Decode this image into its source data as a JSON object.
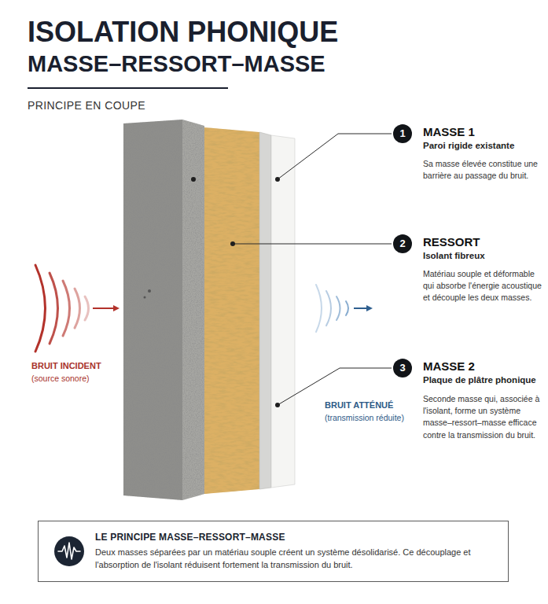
{
  "diagram": {
    "title": "ISOLATION PHONIQUE",
    "nodes": [
      {
        "text": [
          "LE PRINCIPE MASSE–RESSORT–MASSE",
          "Deux masses séparées par un matériau souple créent un système désolidarisé. Ce découplage et l'absorption de l'isolant réduisent fortement la transmission du bruit."
        ]
      }
    ],
    "labels": [
      "MASSE–RESSORT–MASSE",
      "PRINCIPE EN COUPE",
      "1",
      "MASSE 1",
      "Paroi rigide existante",
      "Sa masse élevée constitue une barrière au passage du bruit.",
      "2",
      "RESSORT",
      "Isolant fibreux",
      "Matériau souple et déformable qui absorbe l'énergie acoustique et découple les deux masses.",
      "3",
      "MASSE 2",
      "Plaque de plâtre phonique",
      "Seconde masse qui, associée à l'isolant, forme un système masse–ressort–masse efficace contre la transmission du bruit.",
      "BRUIT INCIDENT",
      "(source sonore)",
      "BRUIT ATTÉNUÉ",
      "(transmission réduite)"
    ]
  }
}
